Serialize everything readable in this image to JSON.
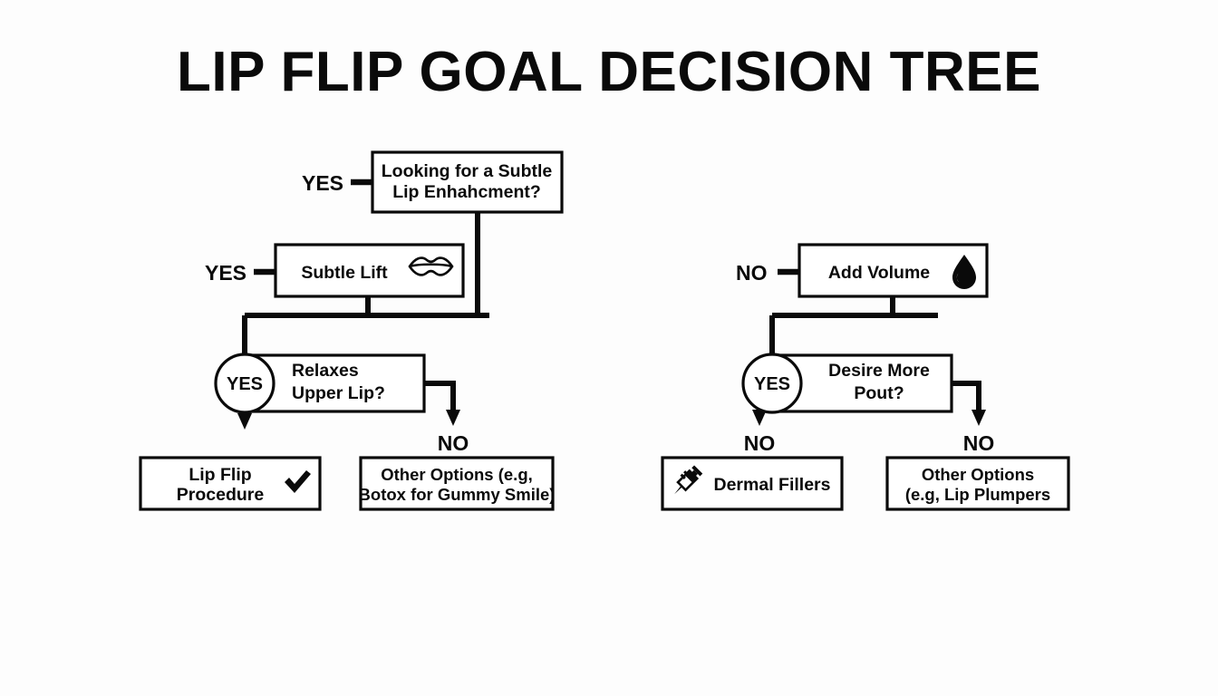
{
  "page": {
    "title": "LIP FLIP GOAL DECISION TREE",
    "background_color": "#fdfdfd",
    "ink_color": "#0a0a0a"
  },
  "diagram": {
    "type": "decision-tree",
    "nodes": {
      "root": {
        "id": "root",
        "line1": "Looking for a Subtle",
        "line2": "Lip Enhahcment?",
        "shape": "rectangle"
      },
      "subtle_lift": {
        "id": "subtle_lift",
        "label": "Subtle Lift",
        "icon": "lips-icon",
        "shape": "rectangle"
      },
      "add_volume": {
        "id": "add_volume",
        "label": "Add Volume",
        "icon": "droplet-icon",
        "shape": "rectangle"
      },
      "relaxes_upper_lip": {
        "id": "relaxes_upper_lip",
        "line1": "Relaxes",
        "line2": "Upper Lip?",
        "badge": "YES",
        "shape": "rectangle-with-circle"
      },
      "desire_more_pout": {
        "id": "desire_more_pout",
        "line1": "Desire More",
        "line2": "Pout?",
        "badge": "YES",
        "shape": "rectangle-with-circle"
      },
      "lip_flip_procedure": {
        "id": "lip_flip_procedure",
        "line1": "Lip Flip",
        "line2": "Procedure",
        "icon": "check-icon",
        "shape": "rectangle"
      },
      "other_options_botox": {
        "id": "other_options_botox",
        "line1": "Other Options (e.g,",
        "line2": "Botox for Gummy Smile)",
        "shape": "rectangle"
      },
      "dermal_fillers": {
        "id": "dermal_fillers",
        "label": "Dermal Fillers",
        "icon": "syringe-icon",
        "shape": "rectangle"
      },
      "other_options_plumpers": {
        "id": "other_options_plumpers",
        "line1": "Other Options",
        "line2": "(e.g, Lip Plumpers",
        "shape": "rectangle"
      }
    },
    "edge_labels": {
      "root_yes": "YES",
      "subtle_lift_yes": "YES",
      "add_volume_no": "NO",
      "relaxes_no": "NO",
      "pout_yes_no": "NO",
      "pout_no": "NO"
    }
  }
}
